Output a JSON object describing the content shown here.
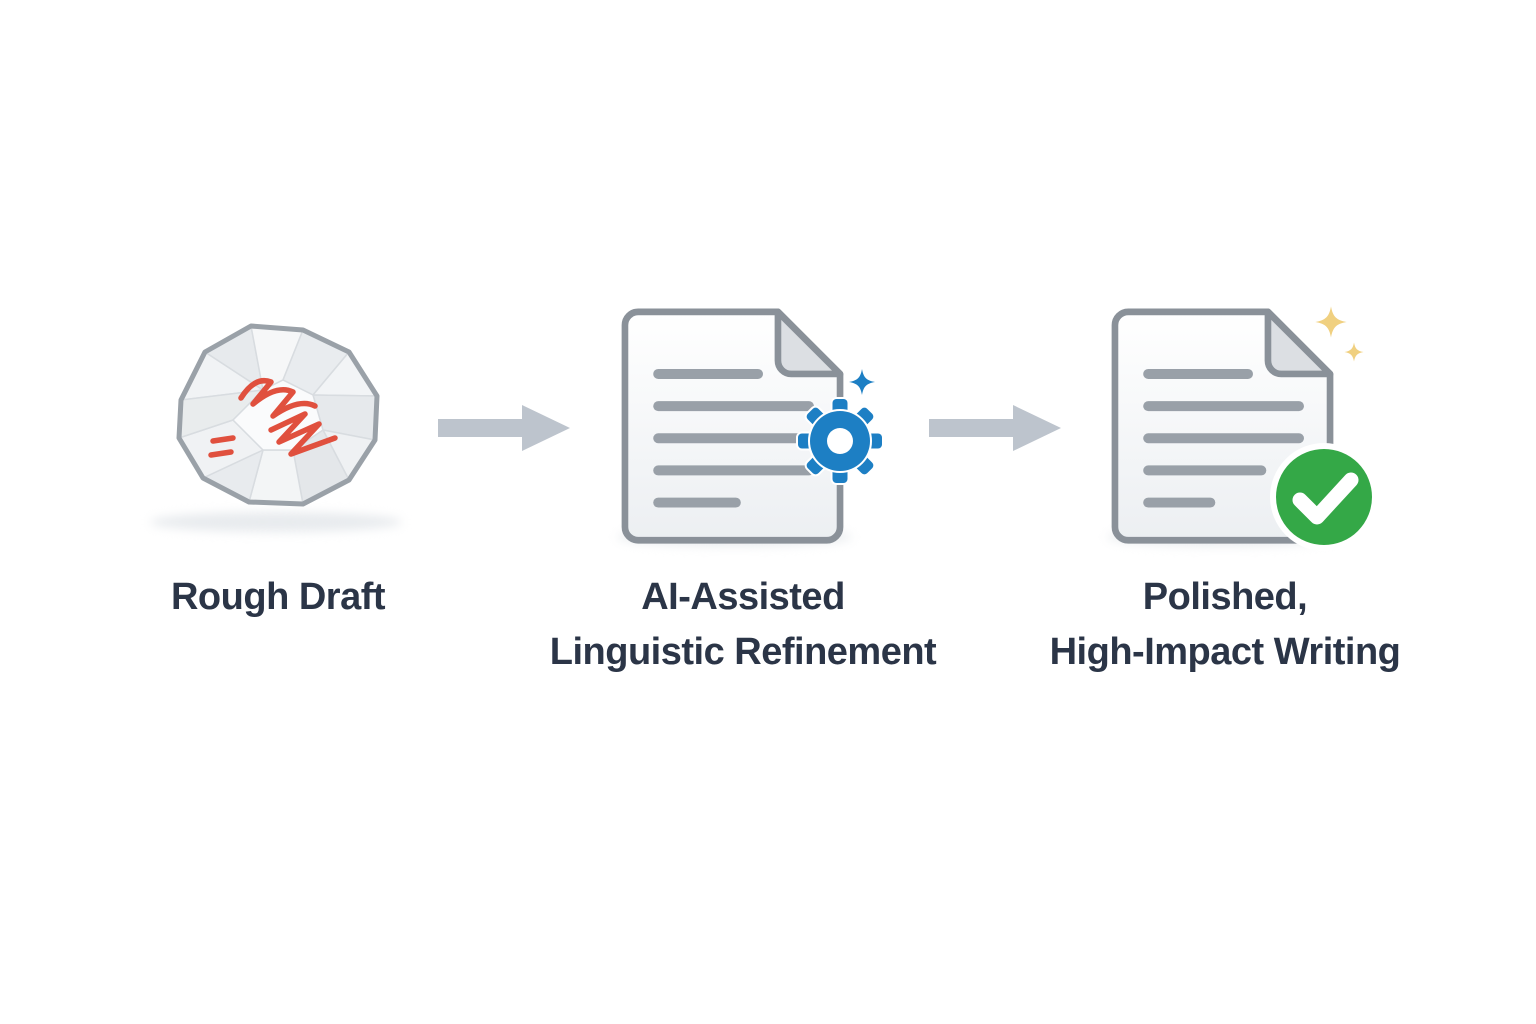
{
  "diagram": {
    "steps": [
      {
        "icon": "crumpled-paper-icon",
        "label_lines": [
          "Rough Draft"
        ]
      },
      {
        "icon": "document-gear-icon",
        "label_lines": [
          "AI-Assisted",
          "Linguistic Refinement"
        ]
      },
      {
        "icon": "document-check-icon",
        "label_lines": [
          "Polished,",
          "High-Impact Writing"
        ]
      }
    ],
    "connectors": [
      {
        "type": "arrow-right"
      },
      {
        "type": "arrow-right"
      }
    ],
    "colors": {
      "text": "#2b3547",
      "arrow": "#bdc4cd",
      "accent_blue": "#1d7fc4",
      "accent_green": "#34a847",
      "scribble_red": "#e0503e",
      "sparkle_yellow": "#f0d080",
      "doc_border": "#8a9199",
      "doc_line": "#99a0a8",
      "paper_outline": "#9aa1a8",
      "background": "#ffffff"
    }
  }
}
